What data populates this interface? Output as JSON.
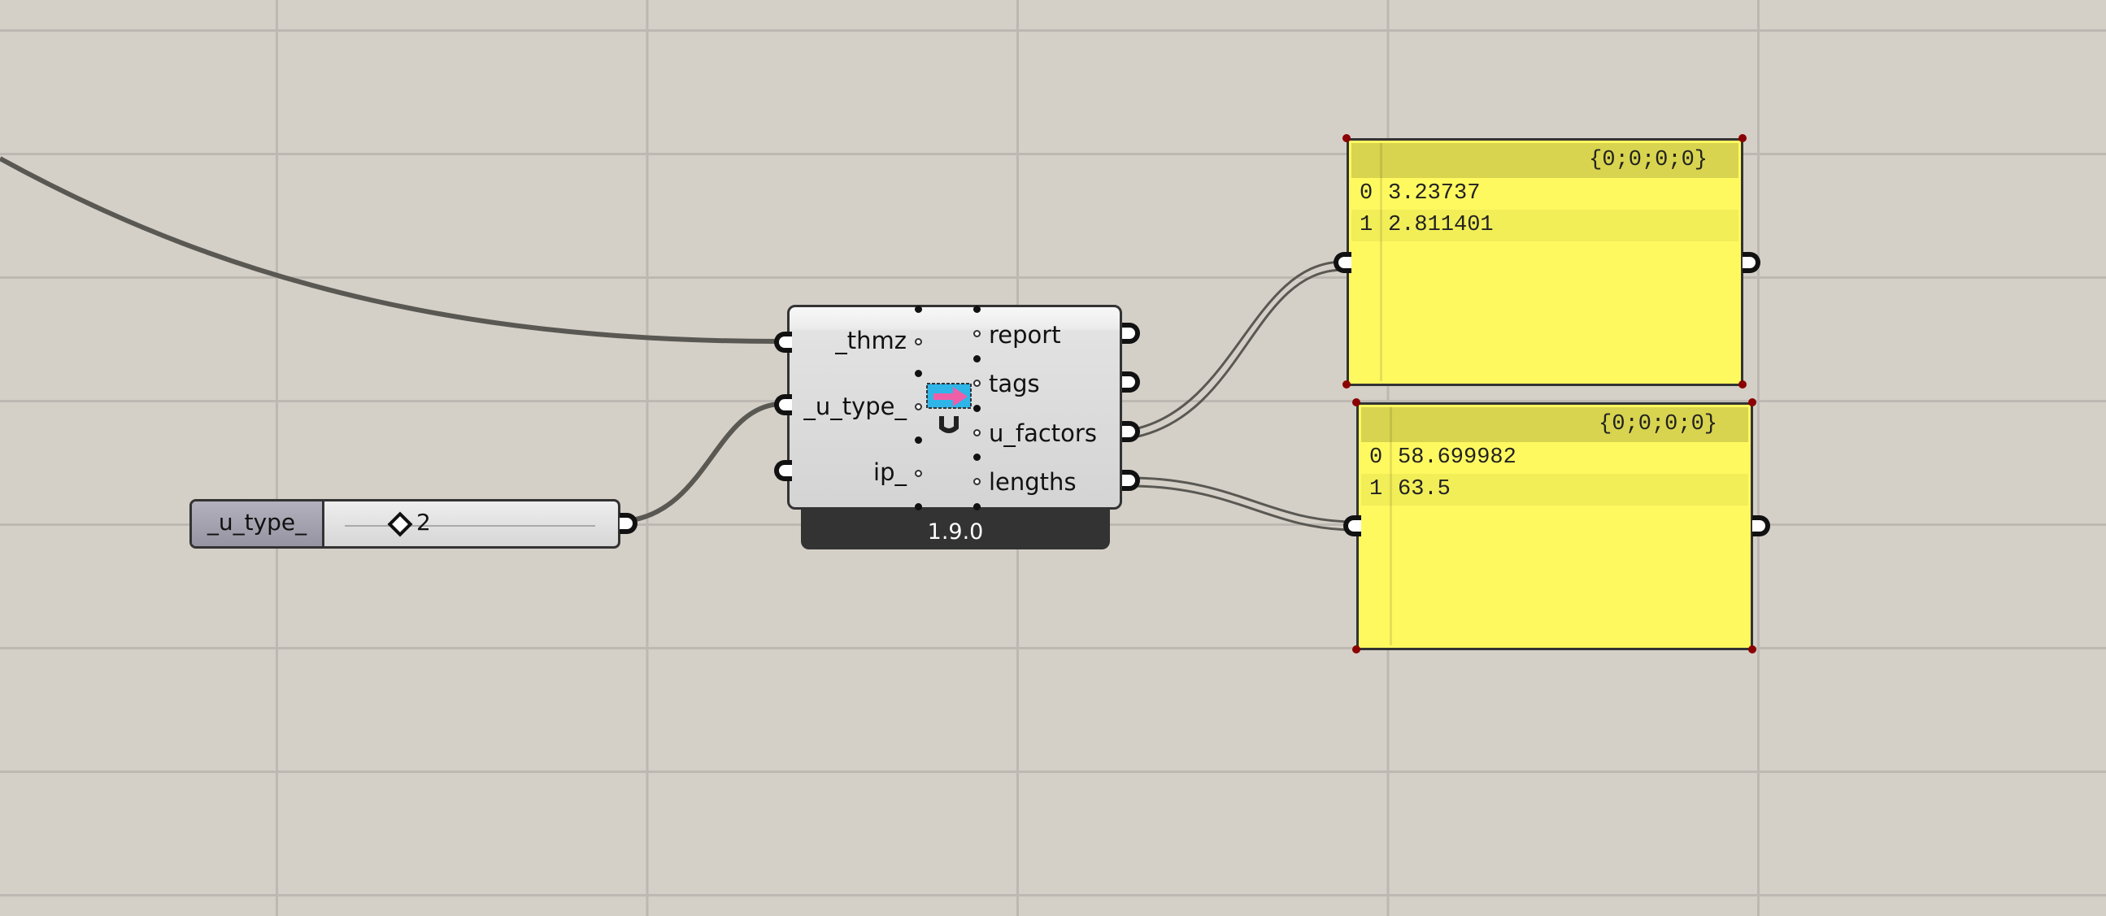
{
  "component": {
    "inputs": [
      "_thmz",
      "_u_type_",
      "ip_"
    ],
    "outputs": [
      "report",
      "tags",
      "u_factors",
      "lengths"
    ],
    "version": "1.9.0",
    "icon": "construction-u-factor-icon"
  },
  "slider": {
    "name": "_u_type_",
    "value": "2"
  },
  "panels": [
    {
      "header": "{0;0;0;0}",
      "rows": [
        {
          "index": "0",
          "value": "3.23737"
        },
        {
          "index": "1",
          "value": "2.811401"
        }
      ]
    },
    {
      "header": "{0;0;0;0}",
      "rows": [
        {
          "index": "0",
          "value": "58.699982"
        },
        {
          "index": "1",
          "value": "63.5"
        }
      ]
    }
  ],
  "colors": {
    "canvas": "#d4d0c8",
    "panel": "#fff960",
    "wire": "#5a5852"
  }
}
